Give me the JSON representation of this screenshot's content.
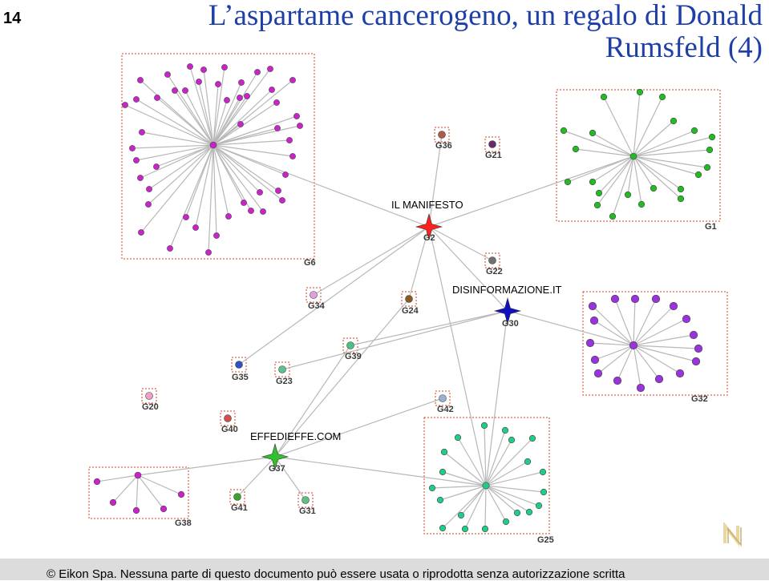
{
  "slide_number": "14",
  "title_line1": "L’aspartame cancerogeno, un regalo di Donald",
  "title_line2": "Rumsfeld (4)",
  "footer": "© Eikon Spa. Nessuna parte di questo documento può essere usata o riprodotta senza autorizzazione scritta",
  "labels": {
    "manifesto": "IL MANIFESTO",
    "disinformazione": "DISINFORMAZIONE.IT",
    "effedieffe": "EFFEDIEFFE.COM"
  },
  "groups": {
    "G1": "G1",
    "G2": "G2",
    "G6": "G6",
    "G20": "G20",
    "G21": "G21",
    "G22": "G22",
    "G23": "G23",
    "G24": "G24",
    "G25": "G25",
    "G30": "G30",
    "G31": "G31",
    "G32": "G32",
    "G34": "G34",
    "G35": "G35",
    "G36": "G36",
    "G37": "G37",
    "G38": "G38",
    "G39": "G39",
    "G40": "G40",
    "G41": "G41",
    "G42": "G42"
  },
  "colors": {
    "manifesto_star": "#ff2020",
    "disinformazione_star": "#1010c0",
    "effedieffe_star": "#30c030",
    "g6_nodes": "#cc22cc",
    "g1_nodes": "#22bb22",
    "g32_nodes": "#9933dd",
    "g25_nodes": "#22cc88",
    "g38_nodes": "#cc22cc",
    "edge": "#b8b8b8",
    "box": "#d04020",
    "title": "#1f3fa8"
  }
}
